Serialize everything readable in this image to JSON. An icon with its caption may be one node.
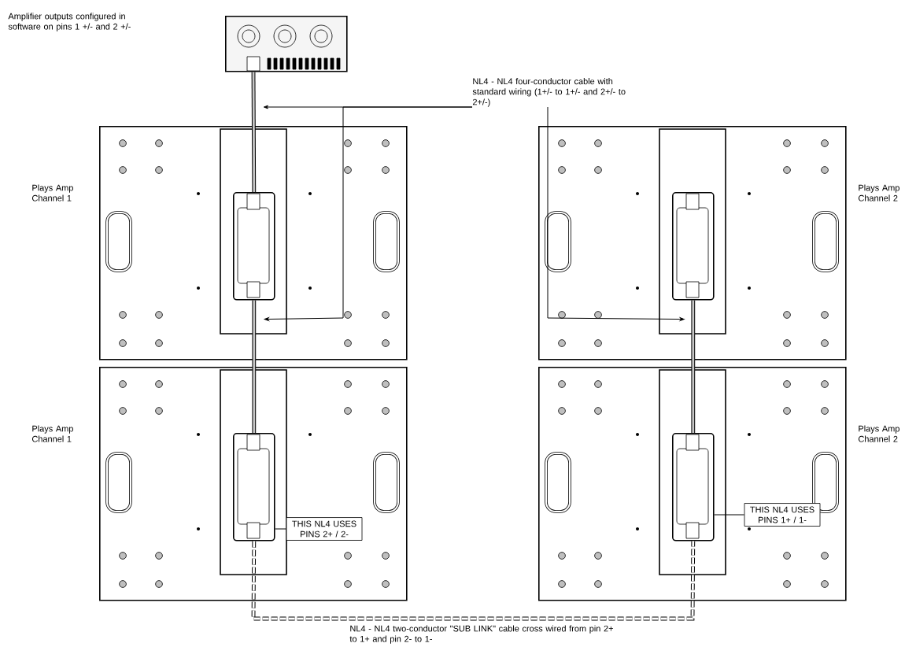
{
  "diagram": {
    "nodes": [
      {
        "text": [],
        "shape": "picture"
      },
      {
        "text": [],
        "shape": "box",
        "beside": [
          "Plays Amp Channel 1"
        ]
      },
      {
        "text": [],
        "shape": "box",
        "in": 1
      },
      {
        "text": [],
        "shape": "box",
        "beside": [
          "Plays Amp Channel 2"
        ]
      },
      {
        "text": [],
        "shape": "box",
        "in": 3
      },
      {
        "text": [],
        "shape": "box",
        "beside": [
          "Plays Amp Channel 1"
        ]
      },
      {
        "text": [],
        "shape": "box",
        "in": 5
      },
      {
        "text": [],
        "shape": "box",
        "beside": [
          "Plays Amp Channel 2"
        ]
      },
      {
        "text": [],
        "shape": "box",
        "in": 7
      },
      {
        "text": [
          "NL4 - NL4 four-conductor cable with standard wiring (1+/- to 1+/- and 2+/- to 2+/-)"
        ]
      },
      {
        "text": [
          "THIS NL4 USES PINS 2+ / 2-"
        ],
        "in": 5
      },
      {
        "text": [
          "THIS NL4 USES PINS 1+ / 1-"
        ],
        "in": 7
      }
    ],
    "edges": [
      {
        "from": 0,
        "to": 2,
        "arrow": "none",
        "style": "thick"
      },
      {
        "from": 2,
        "to": 6,
        "arrow": "none",
        "style": "thick"
      },
      {
        "from": 6,
        "to": 8,
        "arrow": "none",
        "style": "dashed",
        "label": "NL4 - NL4 two-conductor \"SUB LINK\" cable cross wired from pin 2+ to 1+ and pin 2- to 1-"
      },
      {
        "from": 4,
        "to": 8,
        "arrow": "none",
        "style": "thick"
      },
      {
        "from": 9,
        "to": 1,
        "arrow": "to"
      },
      {
        "from": 9,
        "to": 2,
        "arrow": "to"
      },
      {
        "from": 9,
        "to": 4,
        "arrow": "to"
      },
      {
        "from": 10,
        "to": 6,
        "arrow": "none"
      },
      {
        "from": 11,
        "to": 8,
        "arrow": "none"
      }
    ],
    "labels": [
      "Amplifier outputs configured in software on pins 1 +/- and 2 +/-"
    ]
  }
}
